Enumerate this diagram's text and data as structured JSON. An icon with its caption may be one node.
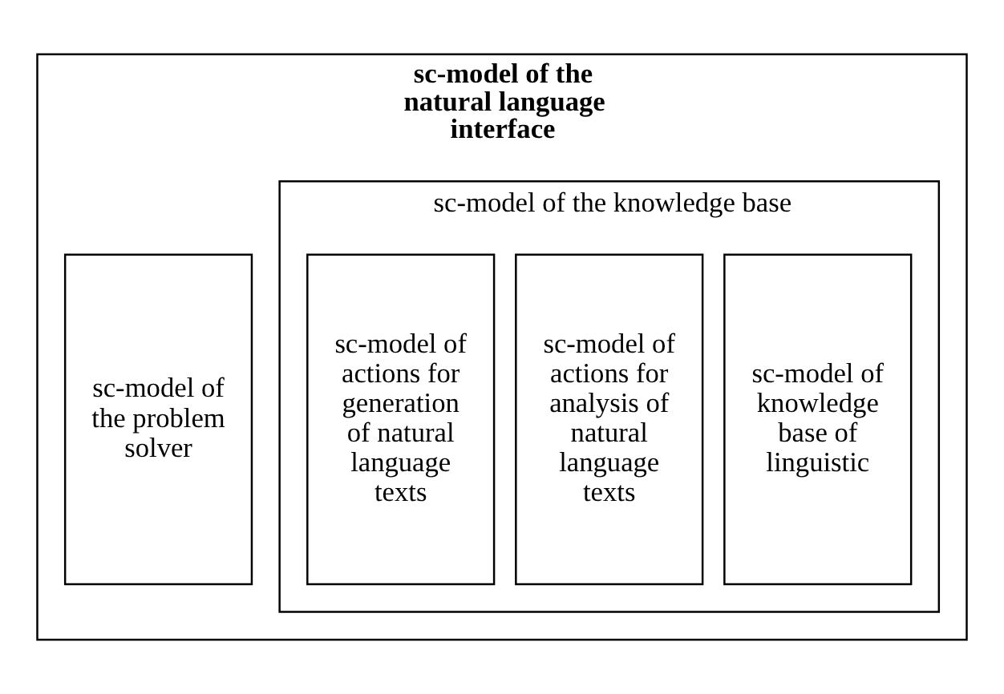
{
  "diagram": {
    "nodes": [
      {
        "text": [
          "sc-model of the natural language interface"
        ]
      },
      {
        "text": [
          "sc-model of the knowledge base"
        ],
        "in": 0
      },
      {
        "text": [
          "sc-model of knowledge base of linguistic"
        ],
        "in": 1
      },
      {
        "text": [
          "sc-model of actions for analysis of natural language texts"
        ],
        "in": 1
      },
      {
        "text": [
          "sc-model of actions for generation of natural language texts"
        ],
        "in": 1
      },
      {
        "text": [
          "sc-model of the problem solver"
        ],
        "in": 0
      }
    ]
  }
}
